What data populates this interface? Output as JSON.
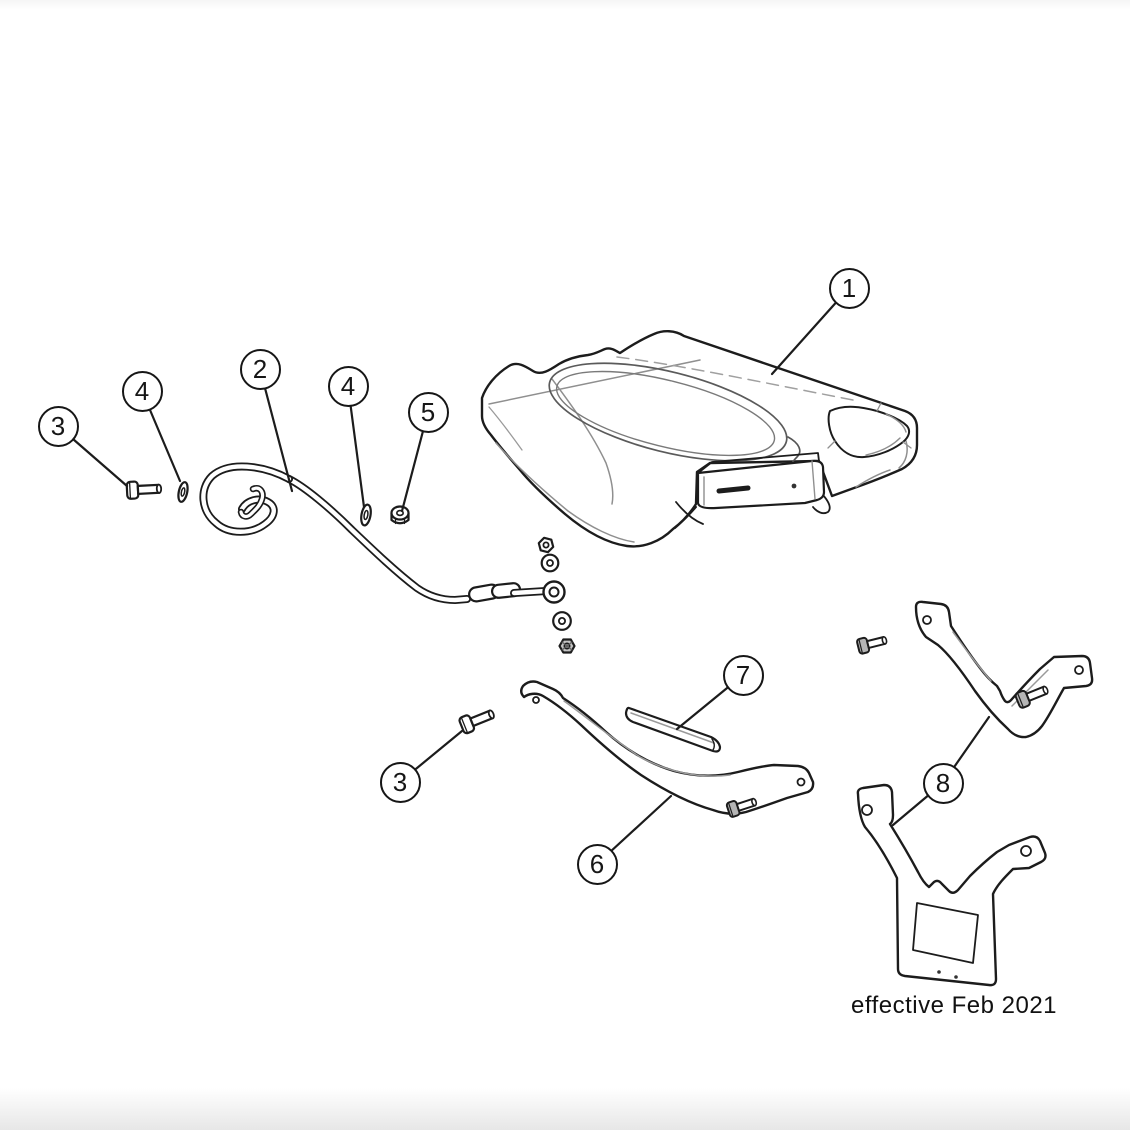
{
  "note": {
    "text": "effective Feb 2021"
  },
  "callouts": [
    {
      "label": "1"
    },
    {
      "label": "2"
    },
    {
      "label": "3"
    },
    {
      "label": "4"
    },
    {
      "label": "4"
    },
    {
      "label": "5"
    },
    {
      "label": "3"
    },
    {
      "label": "6"
    },
    {
      "label": "7"
    },
    {
      "label": "8"
    }
  ]
}
